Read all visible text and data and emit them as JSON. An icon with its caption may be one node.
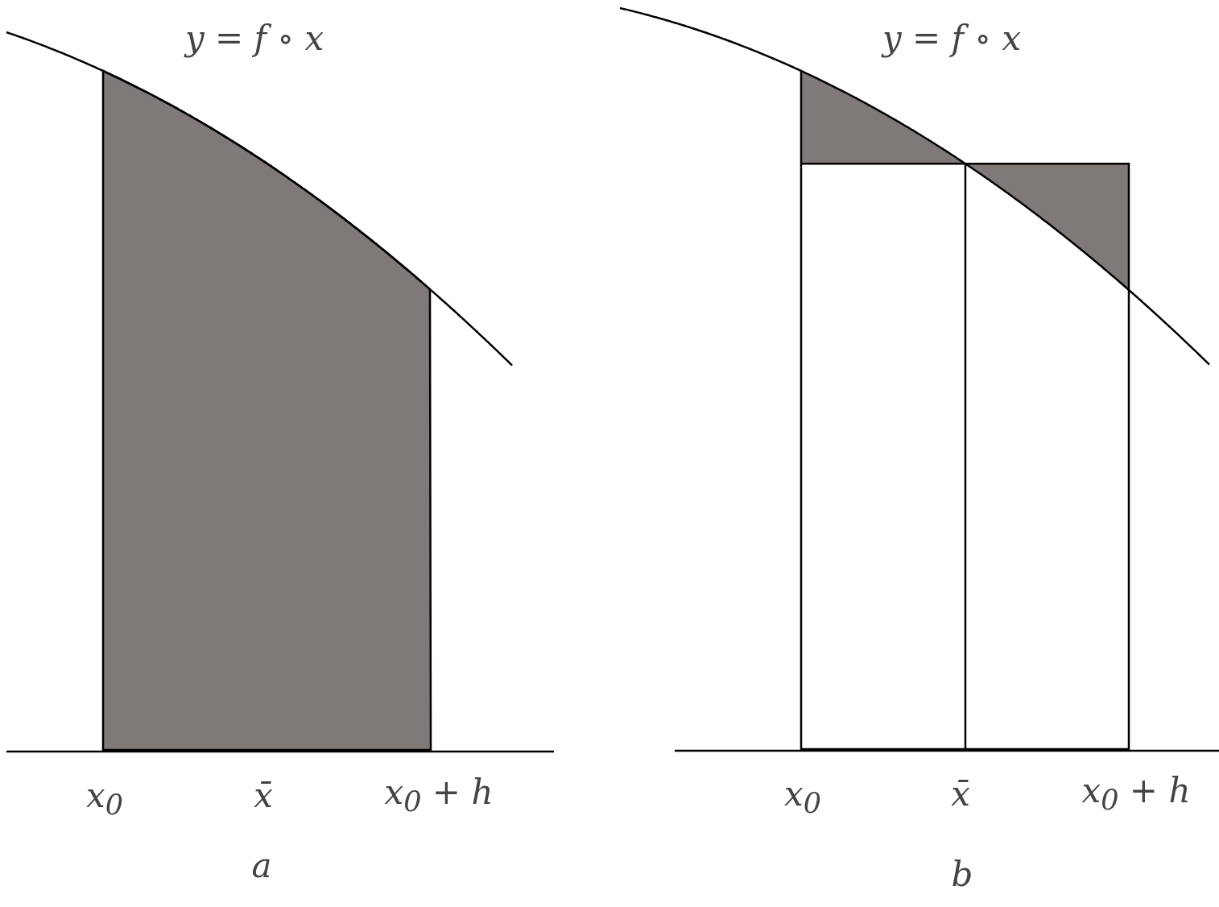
{
  "diagram": {
    "labels": [
      "y = f ∘ x",
      "y = f ∘ x",
      "x$_{0}$",
      "x̄",
      "x$_{0}$ + h",
      "x$_{0}$",
      "x̄",
      "x$_{0}$ + h",
      "a",
      "b"
    ]
  }
}
